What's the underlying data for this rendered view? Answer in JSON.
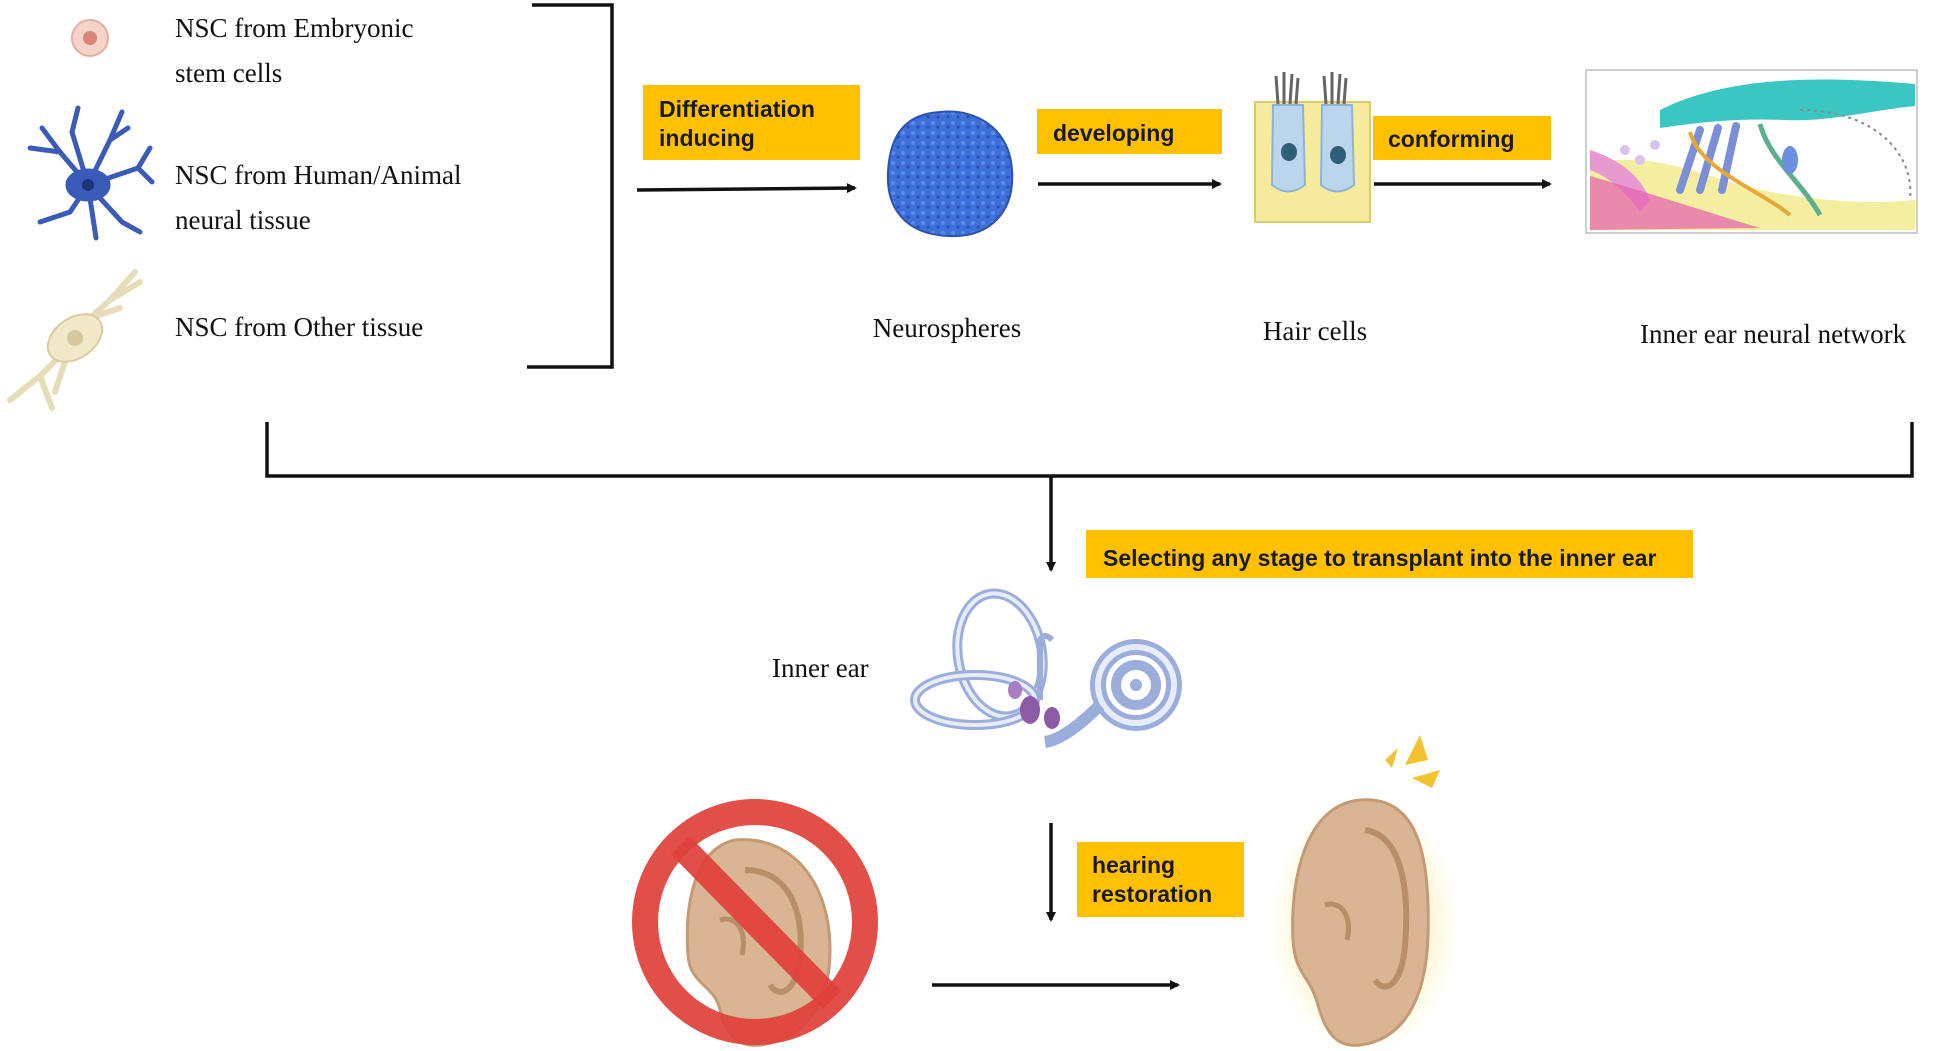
{
  "sources": [
    {
      "line1": "NSC from Embryonic",
      "line2": "stem cells",
      "icon": "stem-cell-icon"
    },
    {
      "line1": "NSC from Human/Animal",
      "line2": "neural tissue",
      "icon": "neuron-icon"
    },
    {
      "line1": "NSC from Other tissue",
      "line2": "",
      "icon": "neural-cell-icon"
    }
  ],
  "steps": [
    {
      "label": "Differentiation",
      "label2": "inducing"
    },
    {
      "label": "developing"
    },
    {
      "label": "conforming"
    }
  ],
  "stages": [
    "Neurospheres",
    "Hair cells",
    "Inner ear neural network"
  ],
  "transplant_label": "Selecting any stage to transplant into the inner ear",
  "inner_ear_label": "Inner ear",
  "restoration_label": {
    "line1": "hearing",
    "line2": "restoration"
  },
  "colors": {
    "label_box": "#FFC000",
    "neurosphere": "#3F6FD8",
    "neuron": "#3A5BB8",
    "ear_skin": "#D9B593",
    "prohibit": "#E0403A"
  }
}
